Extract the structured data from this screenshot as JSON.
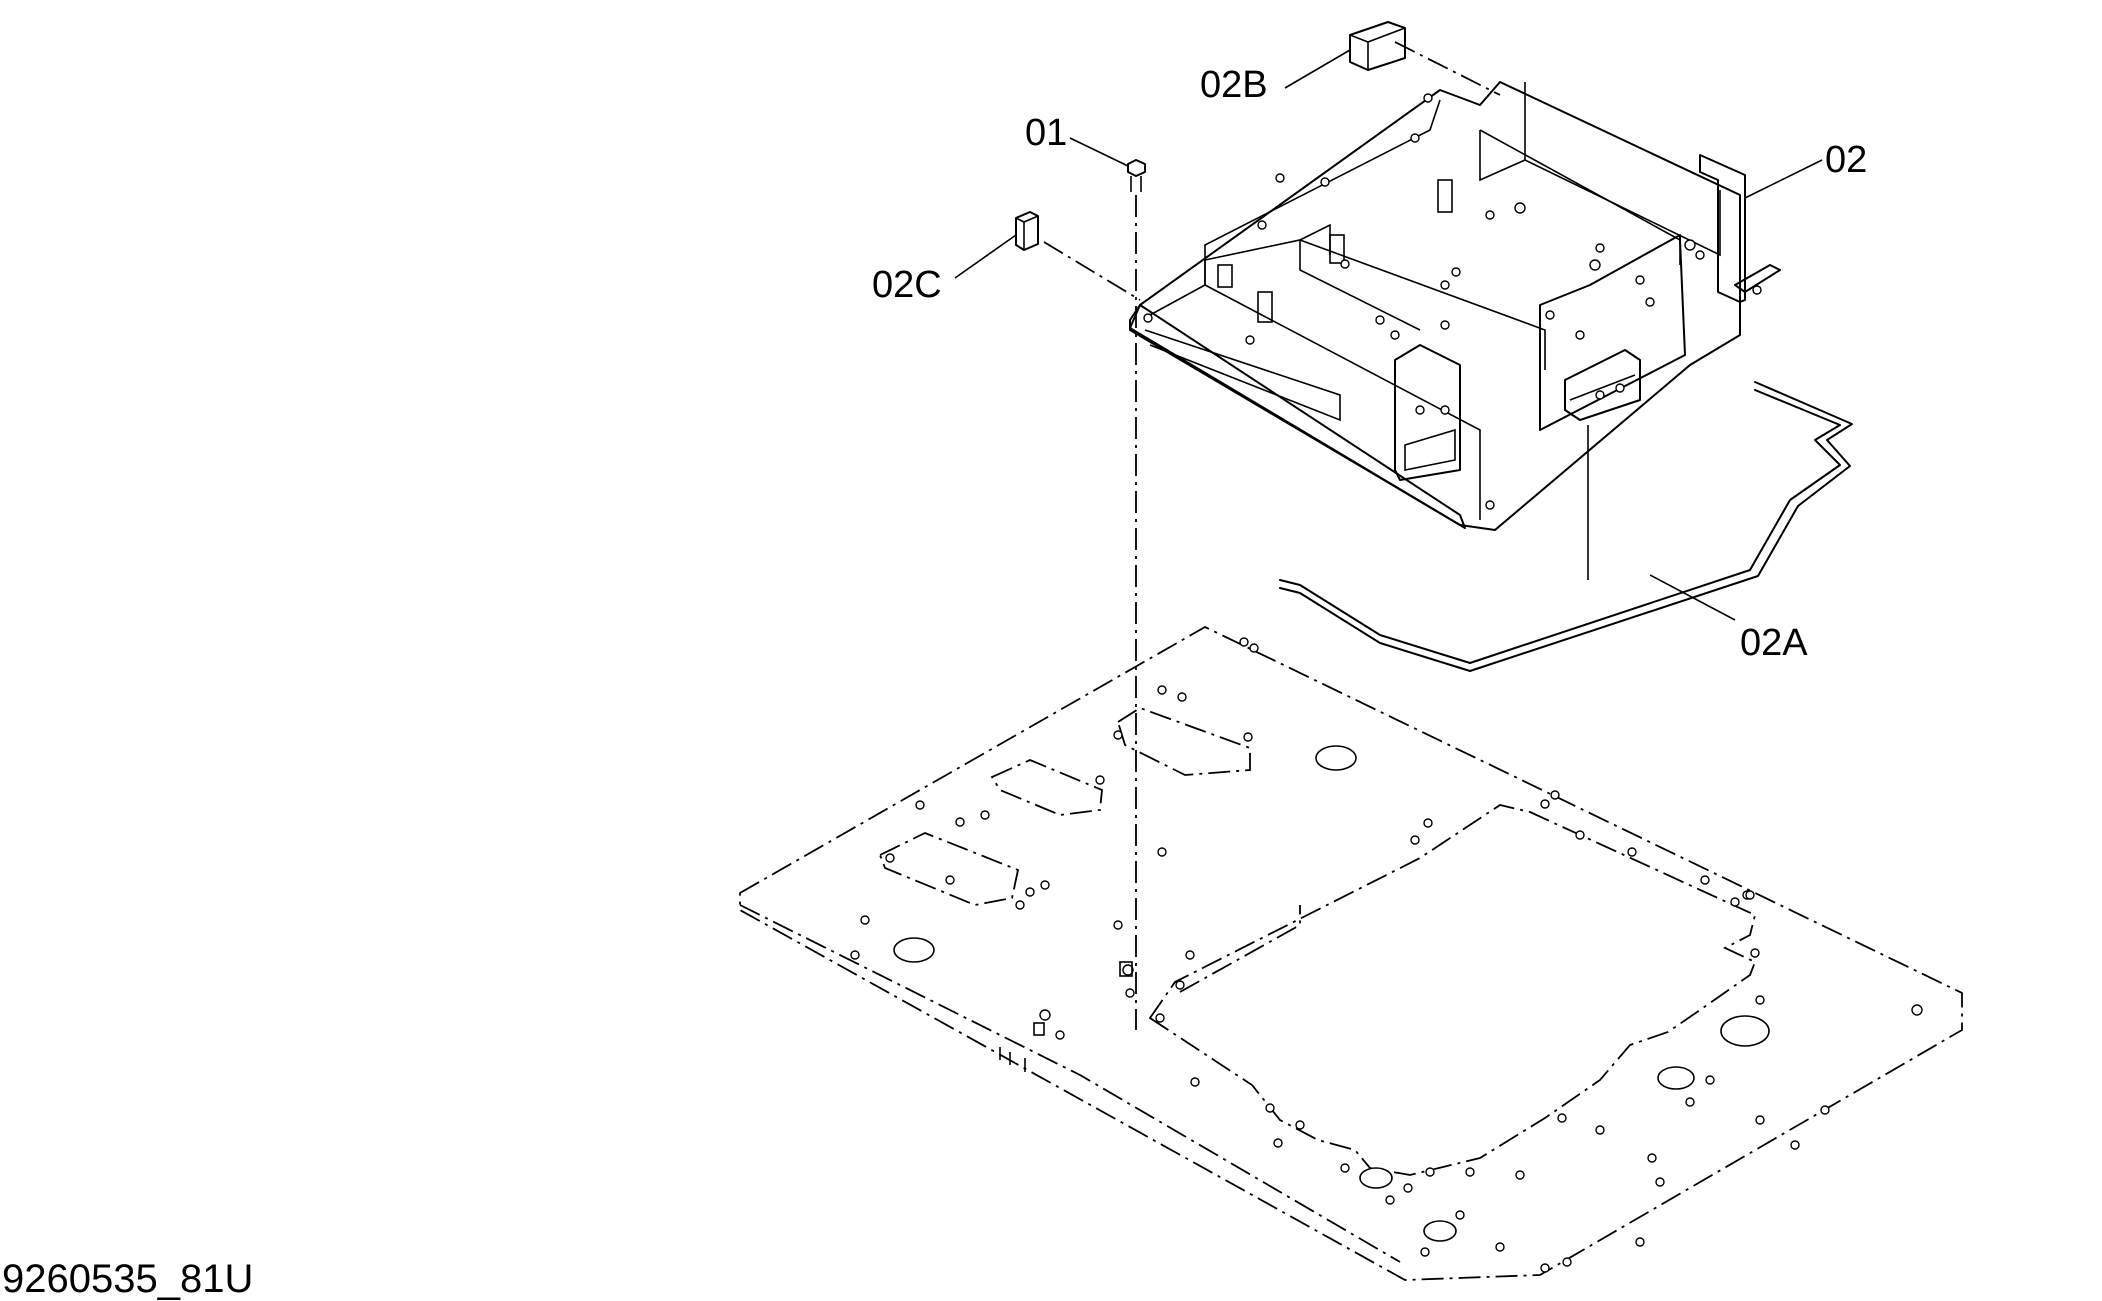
{
  "callouts": {
    "p01": "01",
    "p02": "02",
    "p02a": "02A",
    "p02b": "02B",
    "p02c": "02C"
  },
  "drawing_number": "9260535_81U"
}
